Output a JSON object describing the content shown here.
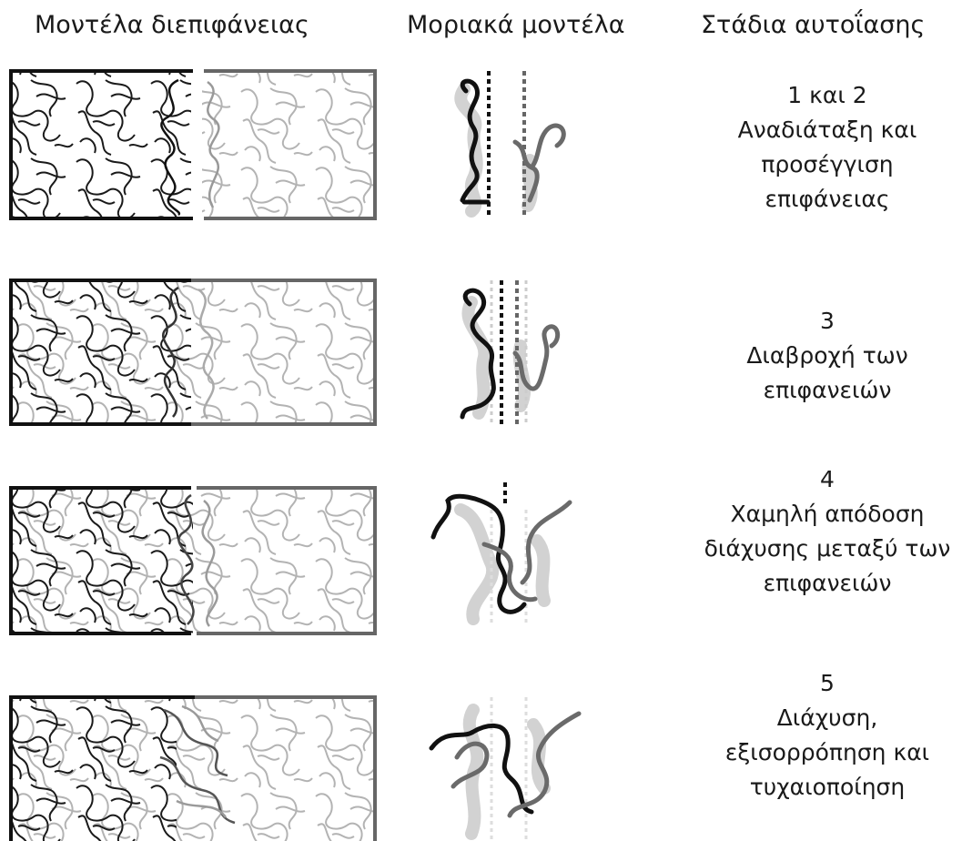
{
  "headers": {
    "interface_models": "Μοντέλα διεπιφάνειας",
    "molecular_models": "Μοριακά μοντέλα",
    "healing_stages": "Στάδια αυτοΐασης"
  },
  "stages": [
    {
      "number": "1 και 2",
      "lines": [
        "Αναδιάταξη και",
        "προσέγγιση",
        "επιφάνειας"
      ]
    },
    {
      "number": "3",
      "lines": [
        "Διαβροχή των",
        "επιφανειών"
      ]
    },
    {
      "number": "4",
      "lines": [
        "Χαμηλή απόδοση",
        "διάχυσης μεταξύ των",
        "επιφανειών"
      ]
    },
    {
      "number": "5",
      "lines": [
        "Διάχυση,",
        "εξισορρόπηση και",
        "τυχαιοποίηση"
      ]
    }
  ],
  "colors": {
    "left_polymer": "#1a1a1a",
    "right_polymer": "#b0b0b0",
    "shadow": "#d2d2d2",
    "mid_chain": "#6a6a6a"
  }
}
